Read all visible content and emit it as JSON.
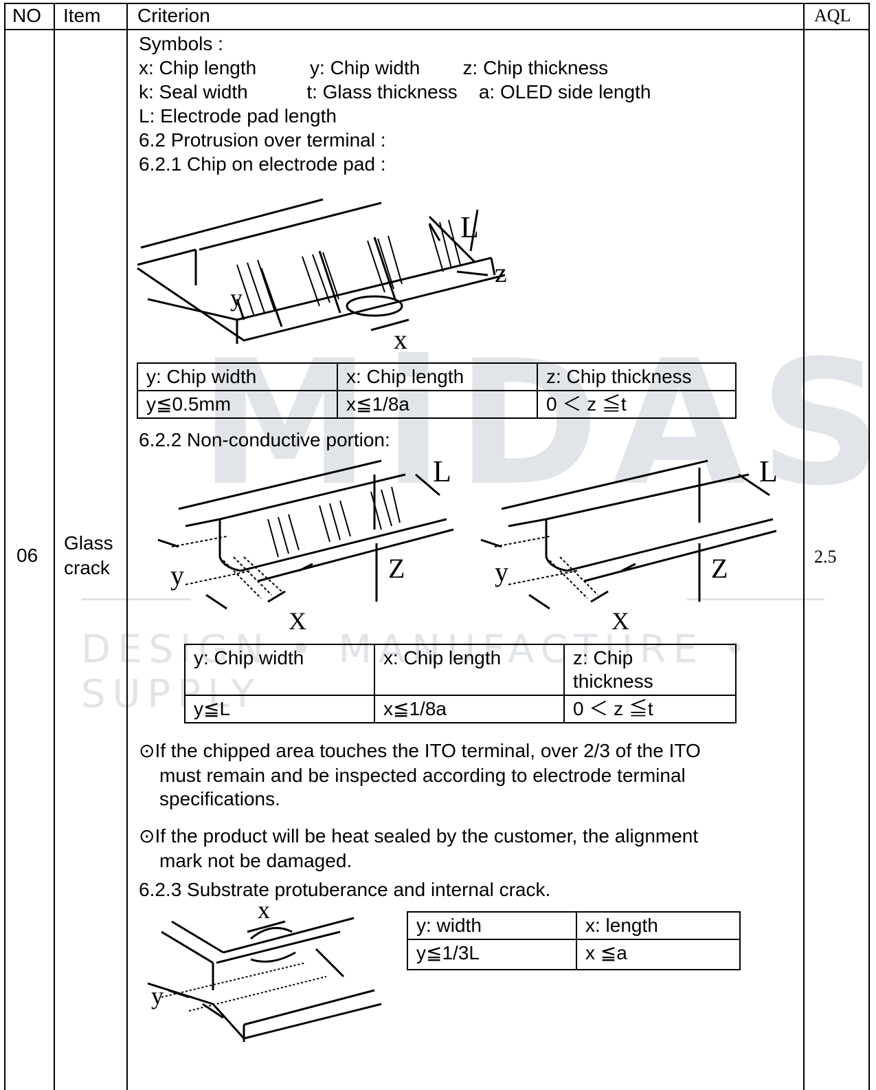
{
  "header": {
    "no": "NO",
    "item": "Item",
    "criterion": "Criterion",
    "aql": "AQL"
  },
  "row": {
    "no": "06",
    "item_line1": "Glass",
    "item_line2": "crack",
    "aql": "2.5"
  },
  "symbols": {
    "title": "Symbols :",
    "line1": "x: Chip length          y: Chip width        z: Chip thickness",
    "line2": "k: Seal width           t: Glass thickness    a: OLED side length",
    "line3": "L: Electrode pad length"
  },
  "section_62": "6.2 Protrusion over terminal :",
  "section_621": "6.2.1 Chip on electrode pad :",
  "table1": {
    "headers": [
      "y: Chip width",
      "x: Chip length",
      "z: Chip thickness"
    ],
    "values": [
      "y≦0.5mm",
      "x≦1/8a",
      "0 ＜ z ≦t"
    ]
  },
  "section_622": "6.2.2 Non-conductive portion:",
  "table2": {
    "headers": [
      "y: Chip width",
      "x: Chip length",
      "z: Chip thickness"
    ],
    "values": [
      "y≦L",
      "x≦1/8a",
      "0 ＜ z ≦t"
    ]
  },
  "notes": [
    {
      "bullet": "⊙",
      "line1": "If the chipped area touches the ITO terminal, over 2/3 of the ITO",
      "line2": "must remain and be inspected according to electrode terminal",
      "line3": "specifications."
    },
    {
      "bullet": "⊙",
      "line1": "If the product will be heat sealed by the customer, the alignment",
      "line2": "mark not be damaged."
    }
  ],
  "section_623": "6.2.3 Substrate protuberance and internal crack.",
  "table3": {
    "headers": [
      "y: width",
      "x: length"
    ],
    "values": [
      "y≦1/3L",
      "x ≦a"
    ]
  },
  "diagram_labels": {
    "L": "L",
    "z": "z",
    "y": "y",
    "x": "x",
    "Z": "Z",
    "X": "X"
  },
  "watermark": {
    "logo": "MiDAS",
    "tagline": "DESIGN • MANUFACTURE • SUPPLY"
  }
}
